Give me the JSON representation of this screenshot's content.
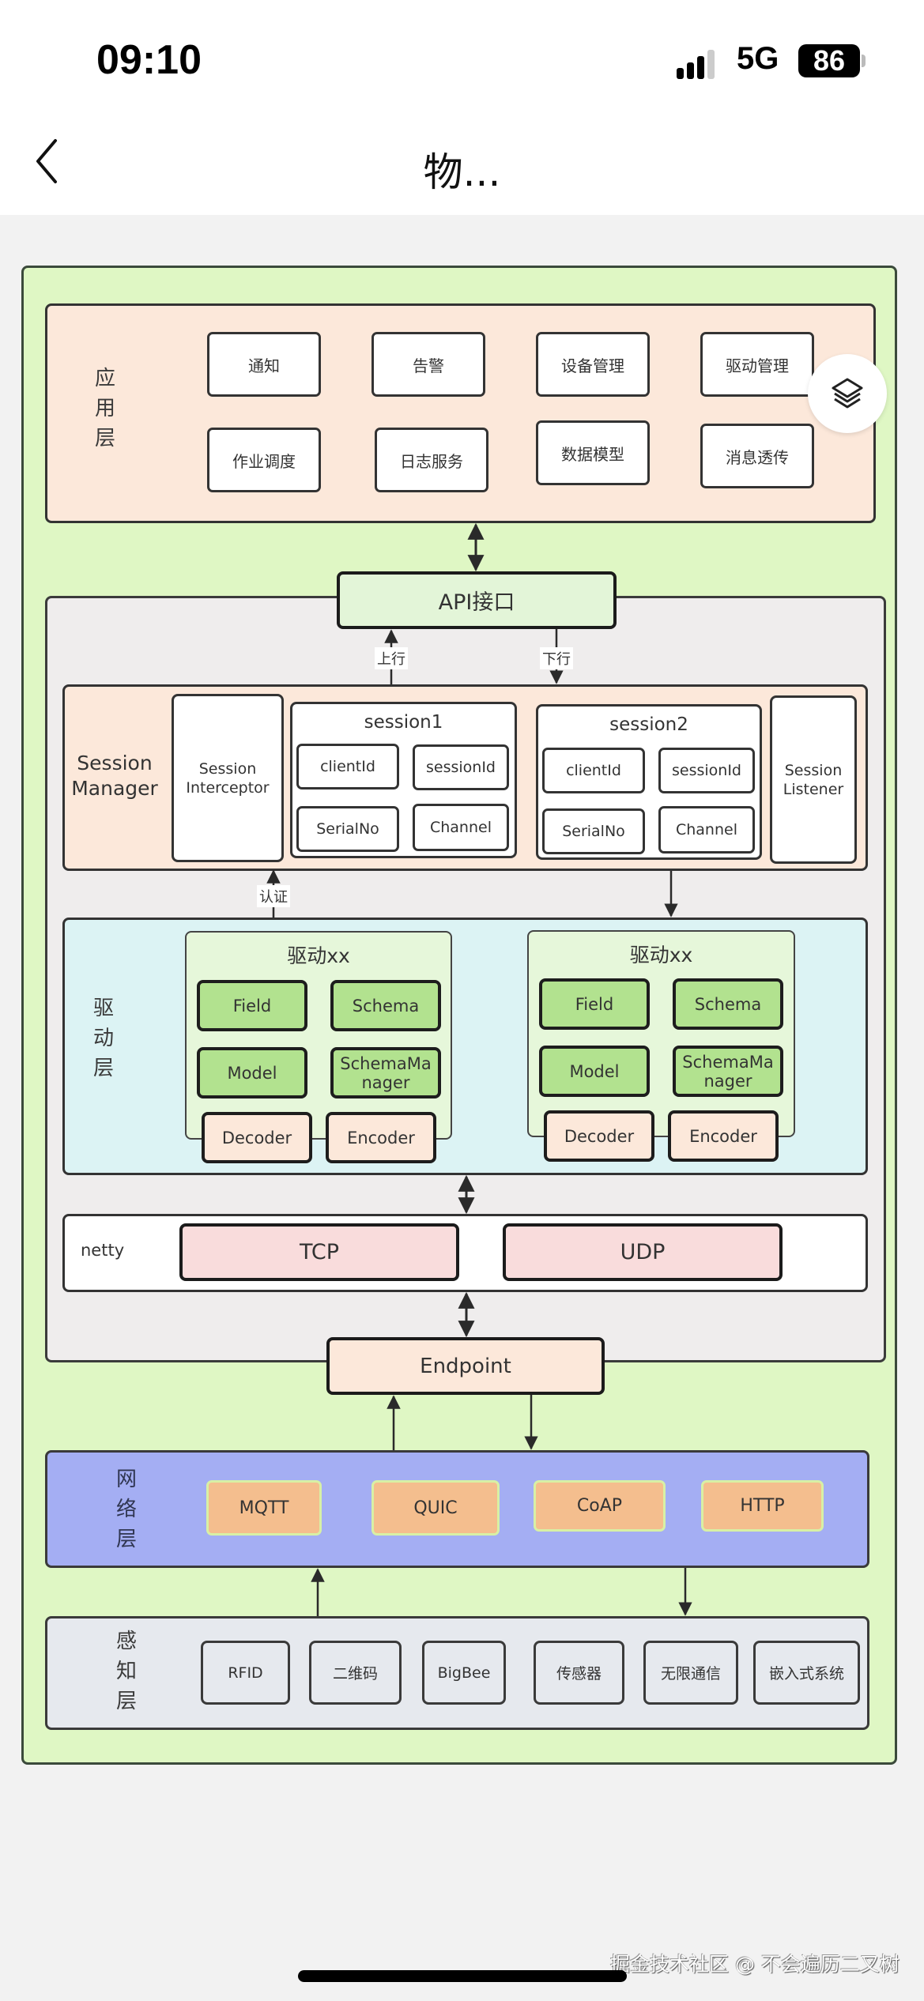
{
  "status_bar": {
    "time": "09:10",
    "network": "5G",
    "battery": "86"
  },
  "nav": {
    "back_icon": "chevron-left-icon",
    "title": "物..."
  },
  "floating_button": {
    "icon": "layers-icon"
  },
  "diagram": {
    "app_layer": {
      "label": [
        "应",
        "用",
        "层"
      ],
      "items": [
        "通知",
        "告警",
        "设备管理",
        "驱动管理",
        "作业调度",
        "日志服务",
        "数据模型",
        "消息透传"
      ]
    },
    "api": {
      "label": "API接口",
      "up_label": "上行",
      "down_label": "下行"
    },
    "session_manager": {
      "label": "Session Manager",
      "interceptor": "Session Interceptor",
      "listener": "Session Listener",
      "sessions": [
        {
          "title": "session1",
          "fields": [
            "clientId",
            "sessionId",
            "SerialNo",
            "Channel"
          ]
        },
        {
          "title": "session2",
          "fields": [
            "clientId",
            "sessionId",
            "SerialNo",
            "Channel"
          ]
        }
      ],
      "auth_label": "认证"
    },
    "driver_layer": {
      "label": [
        "驱",
        "动",
        "层"
      ],
      "drivers": [
        {
          "title": "驱动xx",
          "items": [
            "Field",
            "Schema",
            "Model",
            "SchemaManager"
          ],
          "codecs": [
            "Decoder",
            "Encoder"
          ]
        },
        {
          "title": "驱动xx",
          "items": [
            "Field",
            "Schema",
            "Model",
            "SchemaManager"
          ],
          "codecs": [
            "Decoder",
            "Encoder"
          ]
        }
      ]
    },
    "netty": {
      "label": "netty",
      "protocols": [
        "TCP",
        "UDP"
      ]
    },
    "endpoint": {
      "label": "Endpoint"
    },
    "network_layer": {
      "label": [
        "网",
        "络",
        "层"
      ],
      "items": [
        "MQTT",
        "QUIC",
        "CoAP",
        "HTTP"
      ]
    },
    "perception_layer": {
      "label": [
        "感",
        "知",
        "层"
      ],
      "items": [
        "RFID",
        "二维码",
        "BigBee",
        "传感器",
        "无限通信",
        "嵌入式系统"
      ]
    }
  },
  "watermark": "掘金技术社区 @ 不会遍历二叉树",
  "colors": {
    "outer": "#dff7c4",
    "app_layer": "#fce8da",
    "core": "#efeded",
    "driver_layer": "#dcf3f4",
    "driver_item": "#b2e28f",
    "network_layer": "#a4aef3",
    "protocol_item": "#f4be8e",
    "perception_layer": "#e6e9ee",
    "transport": "#f9dcdc"
  }
}
